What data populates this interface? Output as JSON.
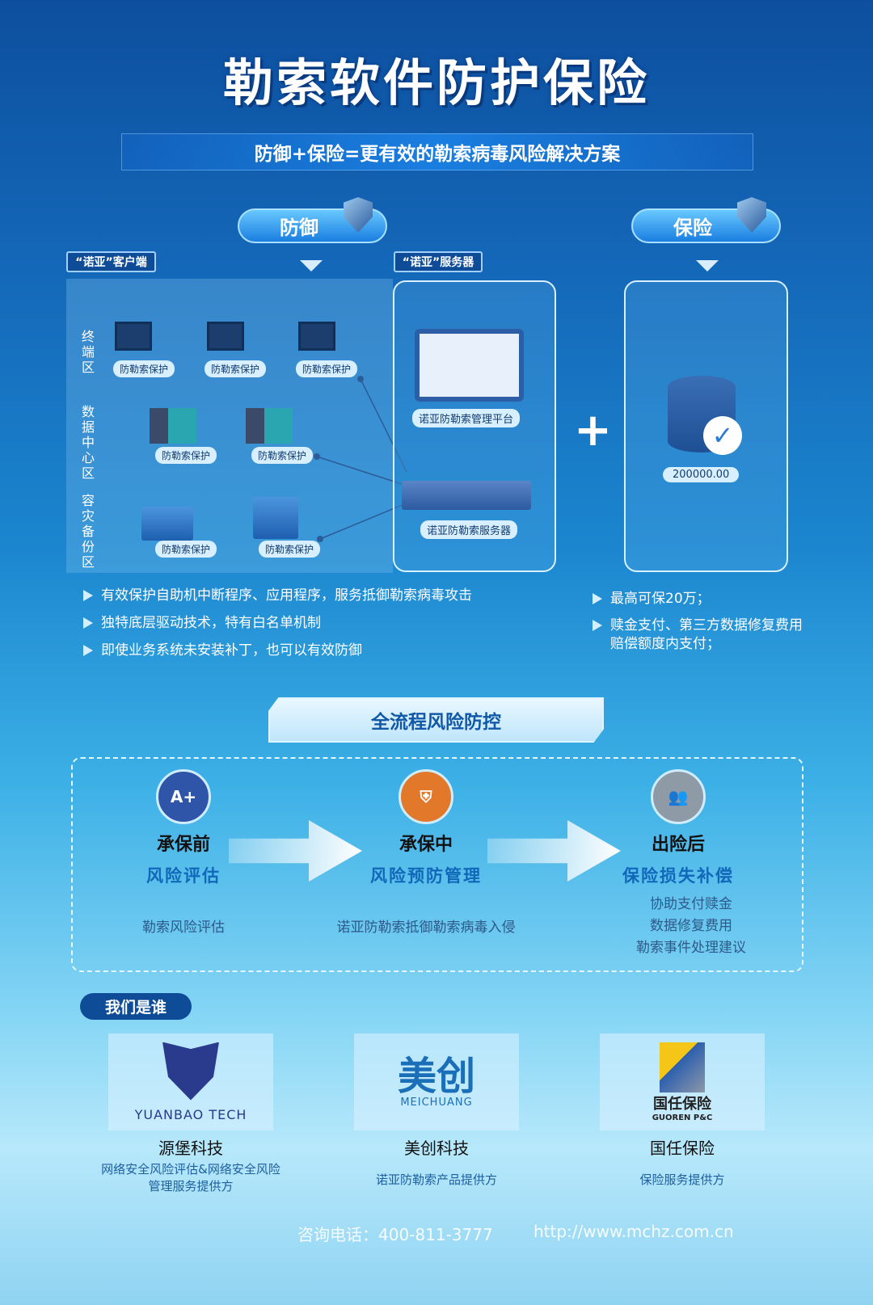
{
  "title": "勒索软件防护保险",
  "subtitle": "防御+保险=更有效的勒索病毒风险解决方案",
  "defense_label": "防御",
  "insurance_label": "保险",
  "client_tag": "“诺亚”客户端",
  "server_tag": "“诺亚”服务器",
  "zones": [
    "终端区",
    "数据中心区",
    "容灾备份区"
  ],
  "protect_label": "防勒索保护",
  "platform_label": "诺亚防勒索管理平台",
  "server_label": "诺亚防勒索服务器",
  "insured_amount": "200000.00",
  "plus": "+",
  "defense_bullets": [
    "有效保护自助机中断程序、应用程序，服务抵御勒索病毒攻击",
    "独特底层驱动技术，特有白名单机制",
    "即使业务系统未安装补丁，也可以有效防御"
  ],
  "insurance_bullets": [
    "最高可保20万；",
    "赎金支付、第三方数据修复费用",
    "赔偿额度内支付；"
  ],
  "process_title": "全流程风险防控",
  "steps": [
    {
      "icon": "A+",
      "title": "承保前",
      "subtitle": "风险评估",
      "desc": [
        "勒索风险评估"
      ]
    },
    {
      "icon": "⛨",
      "title": "承保中",
      "subtitle": "风险预防管理",
      "desc": [
        "诺亚防勒索抵御勒索病毒入侵"
      ]
    },
    {
      "icon": "👥",
      "title": "出险后",
      "subtitle": "保险损失补偿",
      "desc": [
        "协助支付赎金",
        "数据修复费用",
        "勒索事件处理建议"
      ]
    }
  ],
  "who_label": "我们是谁",
  "companies": [
    {
      "logo_text": "YUANBAO TECH",
      "name": "源堡科技",
      "desc": [
        "网络安全风险评估&网络安全风险",
        "管理服务提供方"
      ]
    },
    {
      "logo_text": "美创",
      "logo_sub": "MEICHUANG",
      "name": "美创科技",
      "desc": [
        "诺亚防勒索产品提供方"
      ]
    },
    {
      "logo_text": "国任保险",
      "logo_sub": "GUOREN P&C",
      "name": "国任保险",
      "desc": [
        "保险服务提供方"
      ]
    }
  ],
  "phone": "咨询电话：400-811-3777",
  "website": "http://www.mchz.com.cn",
  "colors": {
    "step1": "#2f55a8",
    "step2": "#e2782a",
    "step3": "#8e9aa6"
  }
}
